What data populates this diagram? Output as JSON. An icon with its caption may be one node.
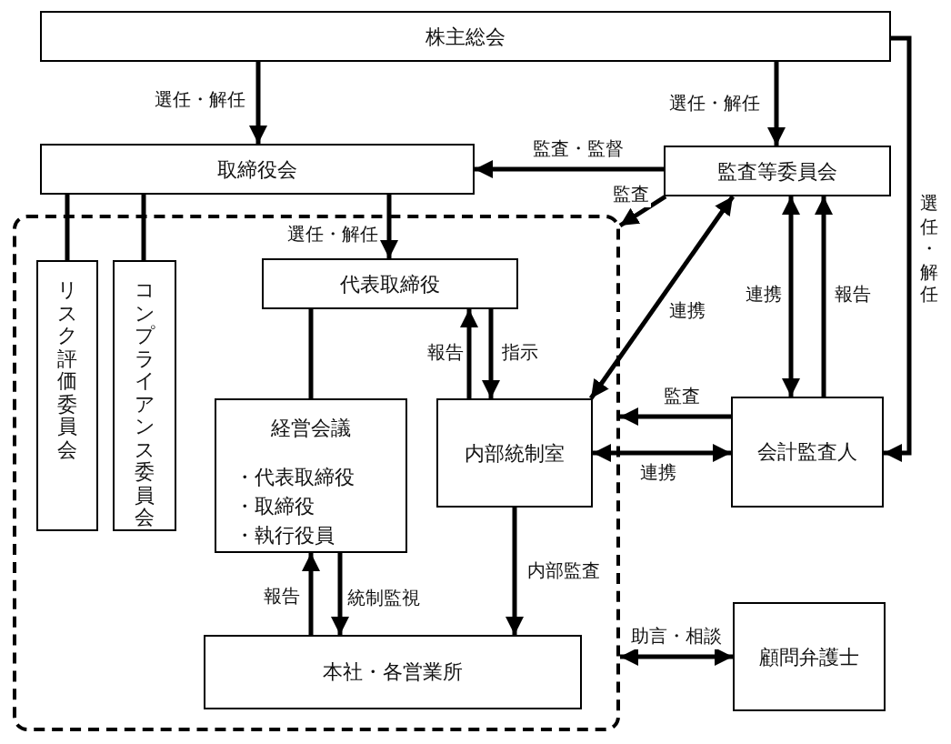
{
  "diagram": {
    "nodes": [
      {
        "text": [
          "株主総会"
        ]
      },
      {
        "text": [
          "取締役会"
        ]
      },
      {
        "text": [
          "監査等委員会"
        ]
      },
      {
        "text": [],
        "shape": "box"
      },
      {
        "text": [
          "リスク評価委員会"
        ],
        "in": 3
      },
      {
        "text": [
          "コンプライアンス委員会"
        ],
        "in": 3
      },
      {
        "text": [
          "代表取締役"
        ],
        "in": 3
      },
      {
        "text": [
          "経営会議",
          "・代表取締役",
          "・取締役",
          "・執行役員"
        ],
        "in": 3
      },
      {
        "text": [
          "内部統制室"
        ],
        "in": 3
      },
      {
        "text": [
          "会計監査人"
        ]
      },
      {
        "text": [
          "本社・各営業所"
        ],
        "in": 3
      },
      {
        "text": [
          "顧問弁護士"
        ]
      }
    ],
    "edges": [
      {
        "from": 0,
        "to": 1,
        "arrow": "to",
        "label": "選任・解任"
      },
      {
        "from": 0,
        "to": 2,
        "arrow": "to",
        "label": "選任・解任"
      },
      {
        "from": 0,
        "to": 9,
        "arrow": "to",
        "label": "選任・解任"
      },
      {
        "from": 2,
        "to": 1,
        "arrow": "to",
        "label": "監査・監督"
      },
      {
        "from": 2,
        "to": 3,
        "arrow": "to",
        "label": "監査"
      },
      {
        "from": 1,
        "to": 4,
        "arrow": "none"
      },
      {
        "from": 1,
        "to": 5,
        "arrow": "none"
      },
      {
        "from": 1,
        "to": 6,
        "arrow": "to",
        "label": "選任・解任"
      },
      {
        "from": 2,
        "to": 8,
        "arrow": "both",
        "label": "連携"
      },
      {
        "from": 2,
        "to": 9,
        "arrow": "both",
        "label": "連携"
      },
      {
        "from": 9,
        "to": 2,
        "arrow": "to",
        "label": "報告"
      },
      {
        "from": 6,
        "to": 7,
        "arrow": "none"
      },
      {
        "from": 8,
        "to": 6,
        "arrow": "to",
        "label": "報告"
      },
      {
        "from": 6,
        "to": 8,
        "arrow": "to",
        "label": "指示"
      },
      {
        "from": 9,
        "to": 3,
        "arrow": "to",
        "label": "監査"
      },
      {
        "from": 8,
        "to": 9,
        "arrow": "both",
        "label": "連携"
      },
      {
        "from": 10,
        "to": 7,
        "arrow": "to",
        "label": "報告"
      },
      {
        "from": 7,
        "to": 10,
        "arrow": "to",
        "label": "統制監視"
      },
      {
        "from": 8,
        "to": 10,
        "arrow": "to",
        "label": "内部監査"
      },
      {
        "from": 3,
        "to": 11,
        "arrow": "both",
        "label": "助言・相談"
      }
    ]
  }
}
